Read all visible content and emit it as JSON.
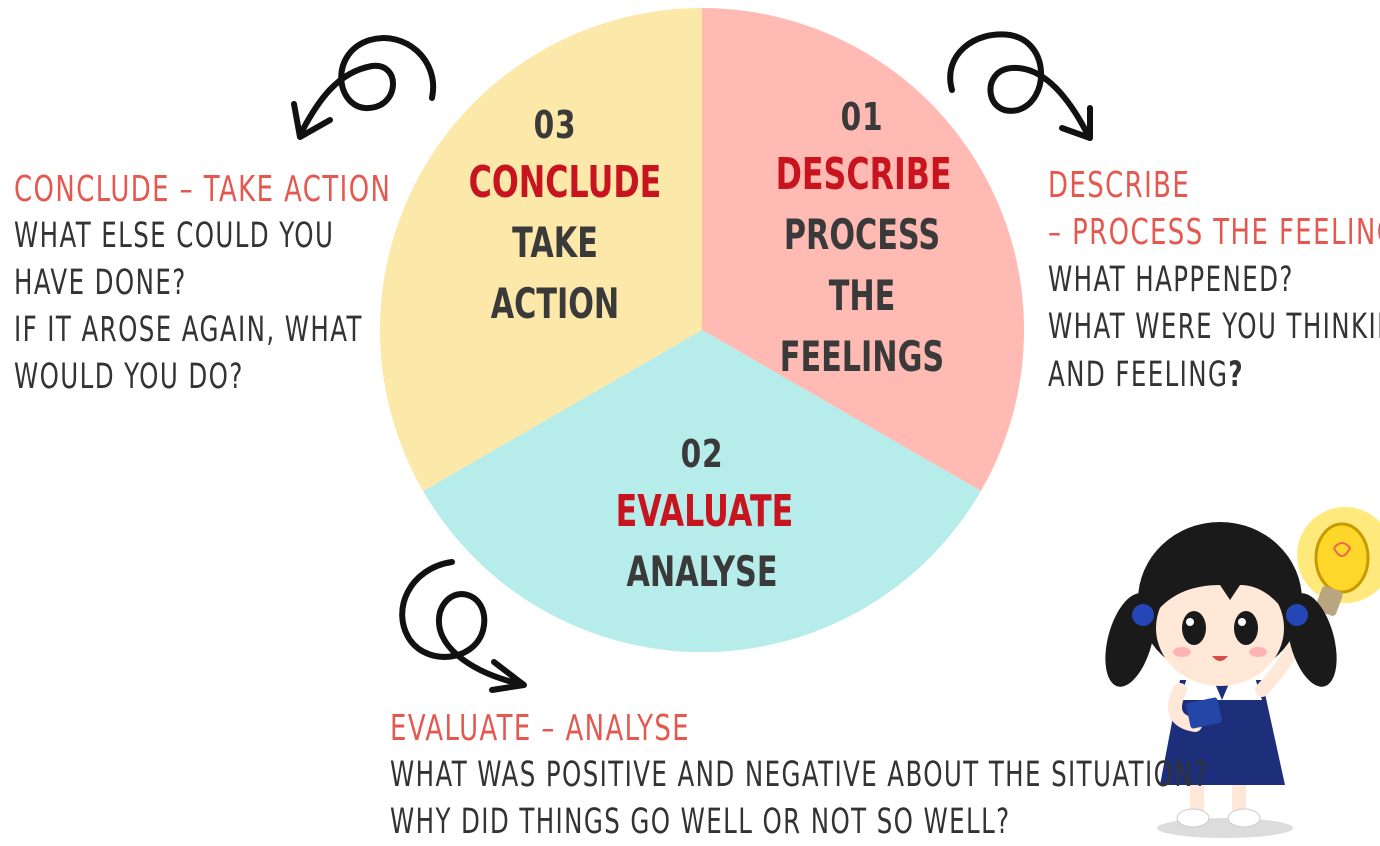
{
  "segments": [
    {
      "number": "01",
      "title": "DESCRIBE",
      "subtitle_line1": "PROCESS THE",
      "subtitle_line2": "FEELINGS",
      "color": "#ffbbb3"
    },
    {
      "number": "02",
      "title": "EVALUATE",
      "subtitle_line1": "ANALYSE",
      "color": "#b6ecea"
    },
    {
      "number": "03",
      "title": "CONCLUDE",
      "subtitle_line1": "TAKE ACTION",
      "color": "#fce8a8"
    }
  ],
  "notes": {
    "describe": {
      "heading_line1": "DESCRIBE",
      "heading_line2": "– PROCESS THE FEELINGS",
      "lines": [
        "WHAT HAPPENED?",
        "WHAT WERE YOU THINKING",
        "AND FEELING"
      ],
      "last_mark": "?"
    },
    "evaluate": {
      "heading": "EVALUATE – ANALYSE",
      "lines": [
        "WHAT WAS POSITIVE AND NEGATIVE ABOUT THE SITUATION?",
        "WHY DID THINGS GO WELL OR NOT SO WELL?"
      ]
    },
    "conclude": {
      "heading": "CONCLUDE – TAKE ACTION",
      "lines": [
        "WHAT ELSE COULD YOU",
        "HAVE DONE?",
        "IF IT AROSE AGAIN, WHAT",
        "WOULD YOU DO?"
      ]
    }
  },
  "colors": {
    "accent_red": "#c8141e",
    "note_heading": "#e4584f",
    "text_dark": "#3a3a3a"
  },
  "icons": [
    "curved-arrow-icon",
    "lightbulb-icon",
    "girl-illustration"
  ]
}
